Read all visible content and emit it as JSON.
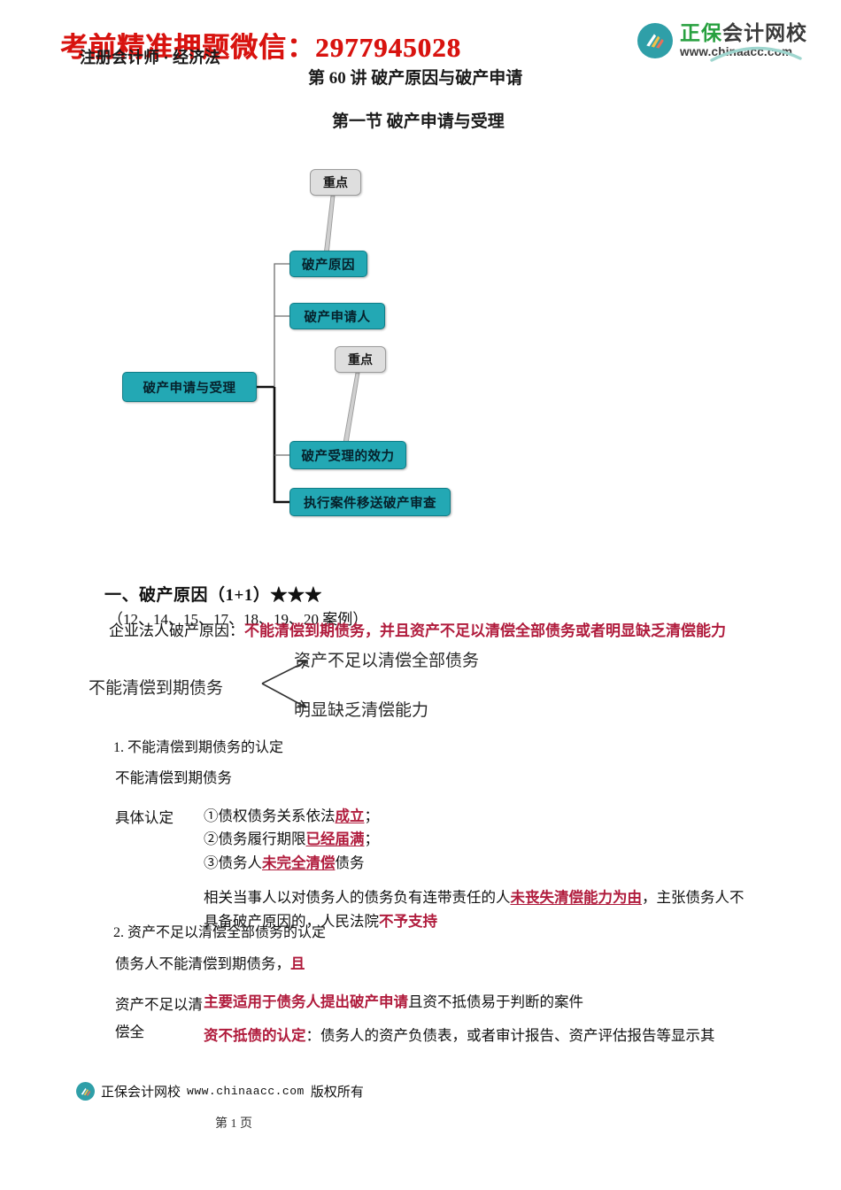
{
  "promo": {
    "text": "考前精准押题微信：2977945028",
    "color": "#d8130f"
  },
  "brand": {
    "name_green": "正保",
    "name_dark": "会计网校",
    "url": "www.chinaacc.com",
    "mark_icon": "book-logo-icon",
    "accent": "#2f9fa8",
    "green": "#27a03f"
  },
  "clipped_headings": {
    "course_label": "注册会计师 · 经济法",
    "lecture": "第 60 讲 破产原因与破产申请",
    "section": "第一节 破产申请与受理"
  },
  "mindmap": {
    "root": "破产申请与受理",
    "nodes": [
      {
        "label": "破产原因"
      },
      {
        "label": "破产申请人"
      },
      {
        "label": "破产受理的效力"
      },
      {
        "label": "执行案件移送破产审查"
      }
    ],
    "callouts": [
      "重点",
      "重点"
    ],
    "node_color": "#23a8b4",
    "node_border": "#0f7d87",
    "callout_color": "#dedede"
  },
  "body": {
    "section_title": "一、破产原因（1+1）★★★",
    "section_years": "（12、14、15、17、18、19、20 案例）",
    "clipped_definition_plain_a": "企业法人破产原因：",
    "clipped_definition_red": "不能清偿到期债务，并且资产不足以清偿全部债务或者明显缺乏清偿能力",
    "handwriting": {
      "source": "不能清偿到期债务",
      "branch_top": "资产不足以清偿全部债务",
      "branch_bottom": "明显缺乏清偿能力"
    },
    "clipped_sub_1": "1. 不能清偿到期债务的认定",
    "clipped_sub_2": "2. 资产不足以清偿全部债务的认定"
  },
  "table1": {
    "header": "不能清偿到期债务",
    "label": "具体认定",
    "items": [
      {
        "num": "①",
        "plain_a": "债权债务关系依法",
        "emph": "成立",
        "plain_b": "；"
      },
      {
        "num": "②",
        "plain_a": "债务履行期限",
        "emph": "已经届满",
        "plain_b": "；"
      },
      {
        "num": "③",
        "plain_a": "债务人",
        "emph": "未完全清偿",
        "plain_b": "债务"
      }
    ],
    "note_a": "相关当事人以对债务人的债务负有连带责任的人",
    "note_emph_1": "未丧失清偿能力为由",
    "note_b": "，主张债务人不具备破产原因的，人民法院",
    "note_emph_2": "不予支持"
  },
  "table2": {
    "header_a": "债务人不能清偿到期债务，",
    "header_emph": "且",
    "label": "资产不足以清偿全",
    "line1_emph": "主要适用于债务人提出破产申请",
    "line1_plain": "且资不抵债易于判断的案件",
    "line2_emph": "资不抵债的认定",
    "line2_plain": "：债务人的资产负债表，或者审计报告、资产评估报告等显示其"
  },
  "footer": {
    "mark_icon": "book-logo-icon",
    "name": "正保会计网校",
    "url": "www.chinaacc.com",
    "rights": "版权所有",
    "page_number": "第 1 页"
  }
}
